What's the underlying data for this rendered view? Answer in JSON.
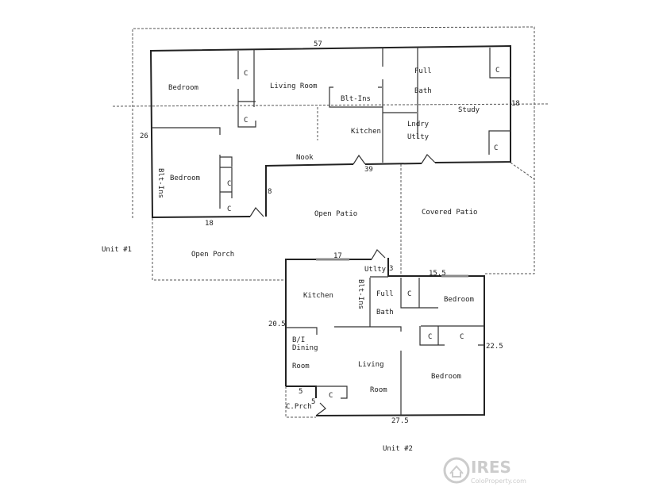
{
  "unit1": {
    "label": "Unit #1",
    "rooms": {
      "bedroom_top": "Bedroom",
      "living_room": "Living Room",
      "blt_ins": "Blt-Ins",
      "full": "Full",
      "bath": "Bath",
      "study": "Study",
      "kitchen": "Kitchen",
      "lndry": "Lndry",
      "utlty": "Utlty",
      "nook": "Nook",
      "bedroom_bottom": "Bedroom",
      "blt_ins_vertical": "Blt-Ins",
      "open_patio": "Open Patio",
      "covered_patio": "Covered Patio",
      "open_porch": "Open Porch",
      "closet": "C"
    },
    "dimensions": {
      "top": "57",
      "left": "26",
      "right": "18",
      "bottom": "18",
      "nook_wall": "8",
      "patio_wall": "39"
    }
  },
  "unit2": {
    "label": "Unit #2",
    "rooms": {
      "kitchen": "Kitchen",
      "utlty": "Utlty",
      "blt_ins_vertical": "Blt-Ins",
      "full": "Full",
      "bath": "Bath",
      "bedroom_top": "Bedroom",
      "bi": "B/I",
      "dining": "Dining",
      "room": "Room",
      "living": "Living",
      "living_room2": "Room",
      "bedroom_bottom": "Bedroom",
      "c_prch": "C.Prch",
      "closet": "C"
    },
    "dimensions": {
      "top": "17",
      "utility": "3",
      "right_top": "15.5",
      "left": "20.5",
      "right": "22.5",
      "bottom": "27.5",
      "porch_w": "5",
      "porch_h": "5"
    }
  },
  "watermark": {
    "brand": "IRES",
    "site": "ColoProperty.com"
  }
}
